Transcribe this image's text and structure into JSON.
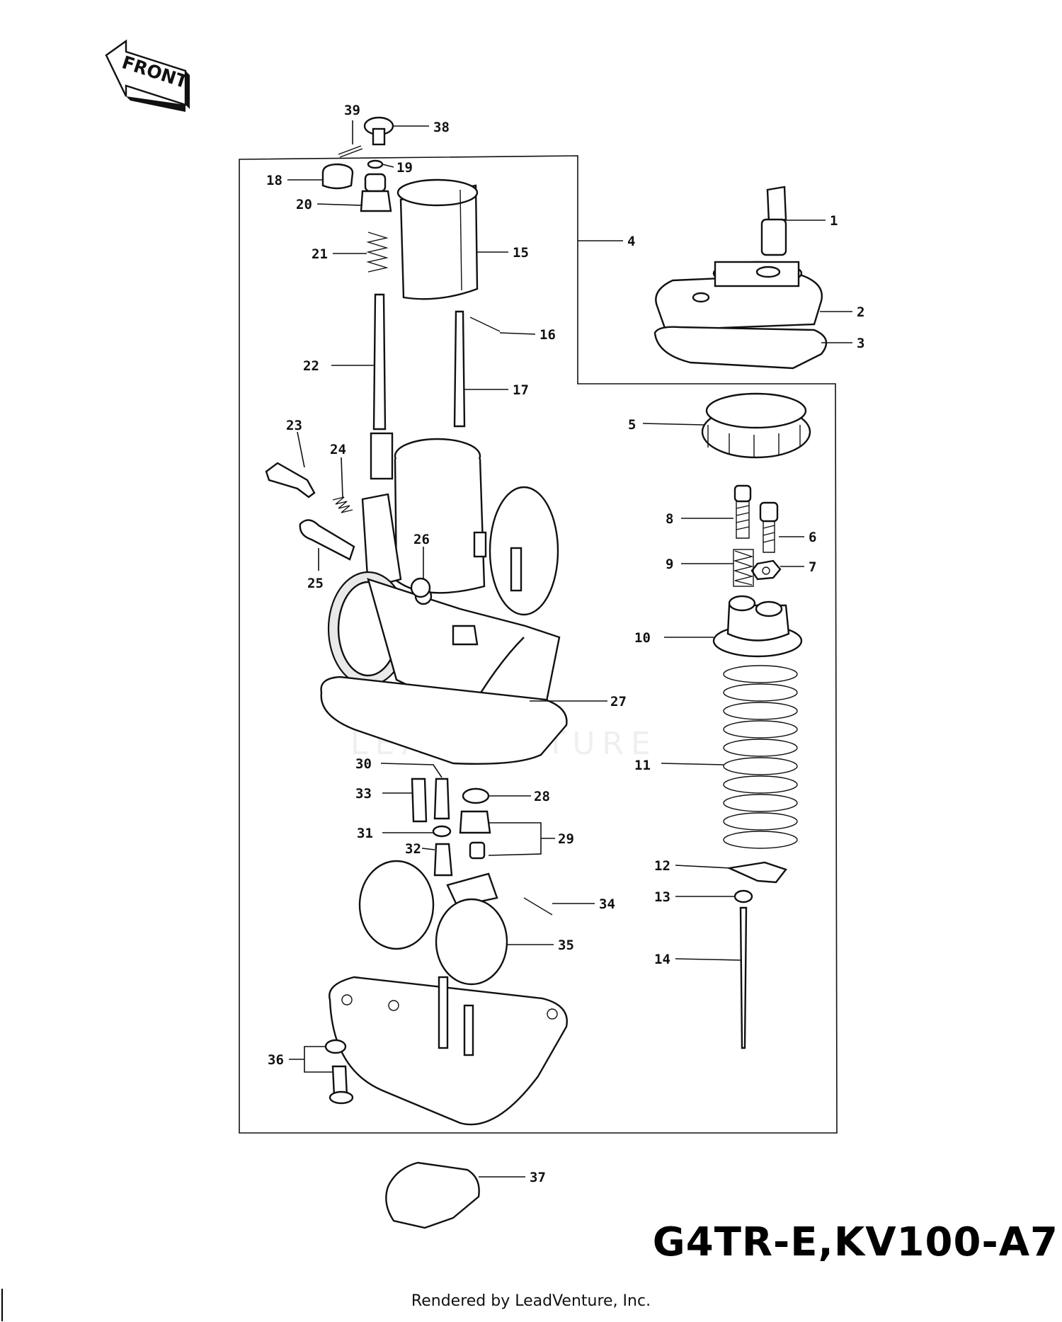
{
  "front_arrow_label": "FRONT",
  "model_title": "G4TR-E,KV100-A7",
  "credit": "Rendered by LeadVenture, Inc.",
  "watermark": "LEADVENTURE",
  "callouts": [
    "1",
    "2",
    "3",
    "4",
    "5",
    "6",
    "7",
    "8",
    "9",
    "10",
    "11",
    "12",
    "13",
    "14",
    "15",
    "16",
    "17",
    "18",
    "19",
    "20",
    "21",
    "22",
    "23",
    "24",
    "25",
    "26",
    "27",
    "28",
    "29",
    "30",
    "31",
    "32",
    "33",
    "34",
    "35",
    "36",
    "37",
    "38",
    "39"
  ]
}
